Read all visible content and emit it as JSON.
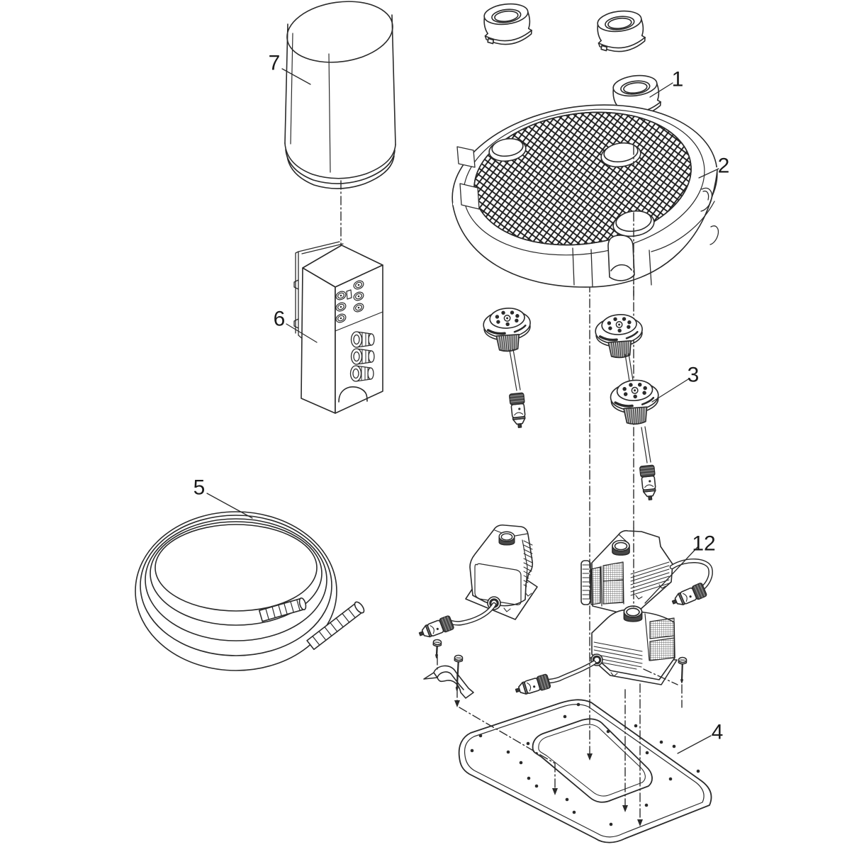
{
  "diagram": {
    "type": "exploded-parts-diagram",
    "background": "#ffffff",
    "line_color": "#2a2a2a",
    "dark_fill": "#474747",
    "collar_gray": "#b9b9b9",
    "callouts": [
      {
        "part": "cover-housing",
        "number": "7"
      },
      {
        "part": "cap",
        "number": "1"
      },
      {
        "part": "grate-cover",
        "number": "2"
      },
      {
        "part": "control-box",
        "number": "6"
      },
      {
        "part": "fountain-nozzle",
        "number": "3"
      },
      {
        "part": "hose",
        "number": "5"
      },
      {
        "part": "pump",
        "number": "12"
      },
      {
        "part": "base-plate",
        "number": "4"
      }
    ]
  }
}
